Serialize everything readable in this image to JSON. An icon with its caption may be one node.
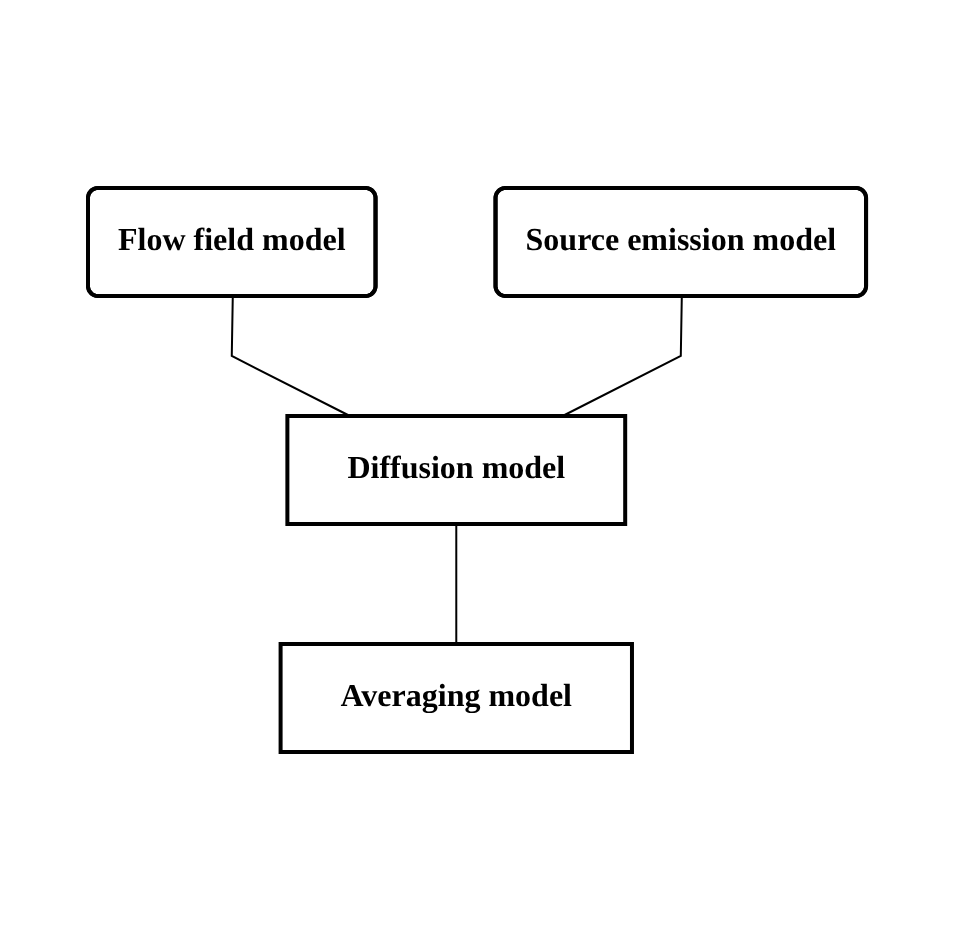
{
  "diagram": {
    "nodes": [
      {
        "text": [
          "Flow field model"
        ]
      },
      {
        "text": [
          "Source emission model"
        ]
      },
      {
        "text": [
          "Diffusion model"
        ]
      },
      {
        "text": [
          "Averaging model"
        ]
      }
    ],
    "edges": [
      {
        "from": 0,
        "to": 2,
        "arrow": "none"
      },
      {
        "from": 1,
        "to": 2,
        "arrow": "none"
      },
      {
        "from": 2,
        "to": 3,
        "arrow": "none"
      }
    ]
  }
}
